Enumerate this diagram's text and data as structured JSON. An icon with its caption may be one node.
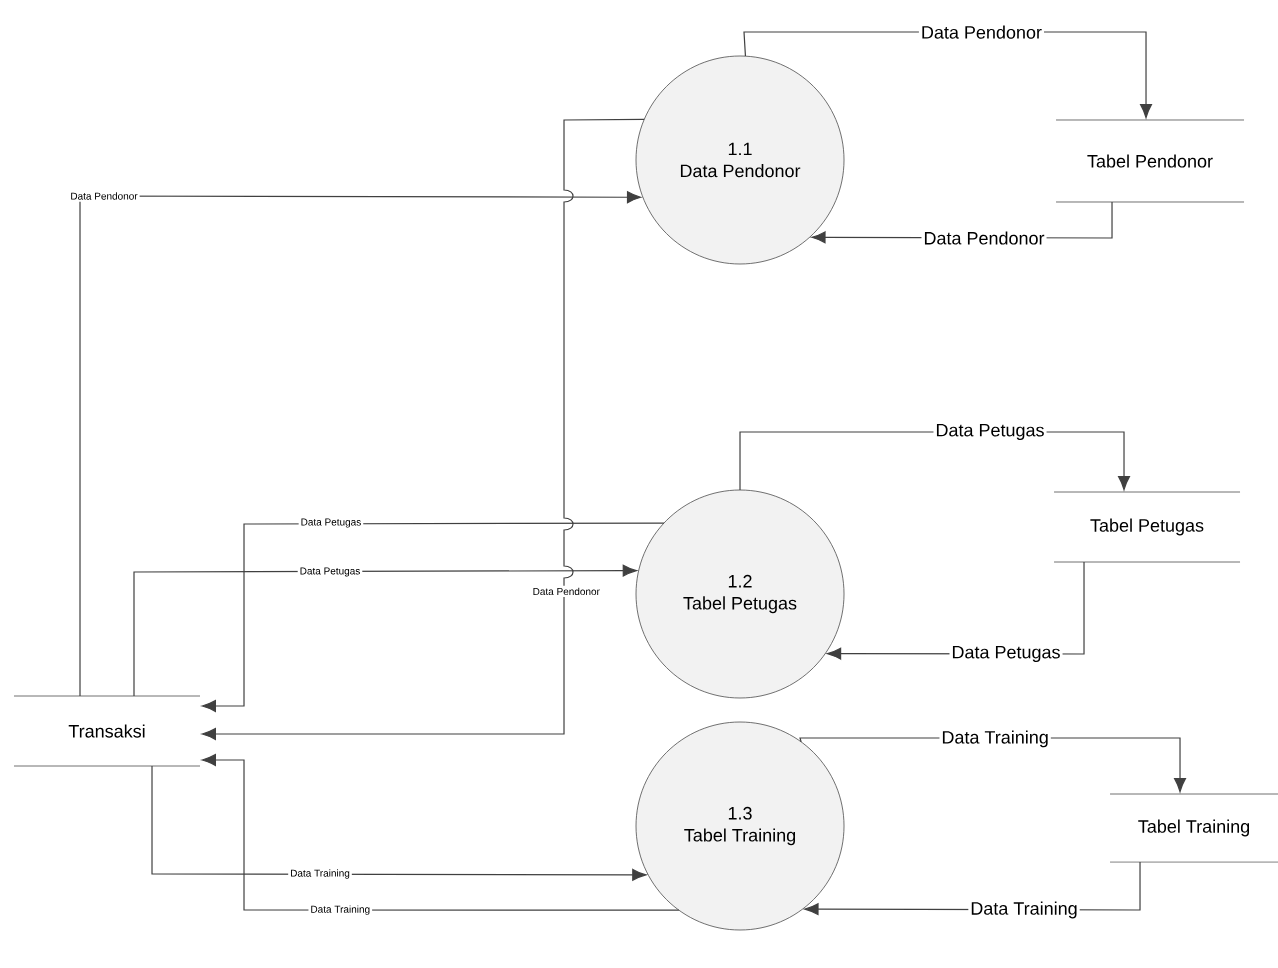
{
  "diagram": {
    "nodes": [
      {
        "text": [
          "1.1",
          "Data Pendonor"
        ]
      },
      {
        "text": [
          "Tabel Pendonor"
        ]
      },
      {
        "text": [
          "1.2",
          "Tabel Petugas"
        ]
      },
      {
        "text": [
          "Tabel Petugas"
        ]
      },
      {
        "text": [
          "Transaksi"
        ]
      },
      {
        "text": [
          "1.3",
          "Tabel Training"
        ]
      },
      {
        "text": [
          "Tabel Training"
        ]
      }
    ],
    "edges": [
      {
        "from": 4,
        "to": 0,
        "arrow": "to",
        "label": "Data Pendonor"
      },
      {
        "from": 0,
        "to": 4,
        "arrow": "to",
        "label": "Data Pendonor"
      },
      {
        "from": 0,
        "to": 1,
        "arrow": "to",
        "label": "Data Pendonor"
      },
      {
        "from": 1,
        "to": 0,
        "arrow": "to",
        "label": "Data Pendonor"
      },
      {
        "from": 2,
        "to": 4,
        "arrow": "to",
        "label": "Data Petugas"
      },
      {
        "from": 4,
        "to": 2,
        "arrow": "to",
        "label": "Data Petugas"
      },
      {
        "from": 2,
        "to": 3,
        "arrow": "to",
        "label": "Data Petugas"
      },
      {
        "from": 3,
        "to": 2,
        "arrow": "to",
        "label": "Data Petugas"
      },
      {
        "from": 4,
        "to": 5,
        "arrow": "to",
        "label": "Data Training"
      },
      {
        "from": 5,
        "to": 4,
        "arrow": "to",
        "label": "Data Training"
      },
      {
        "from": 5,
        "to": 6,
        "arrow": "to",
        "label": "Data Training"
      },
      {
        "from": 6,
        "to": 5,
        "arrow": "to",
        "label": "Data Training"
      }
    ]
  }
}
